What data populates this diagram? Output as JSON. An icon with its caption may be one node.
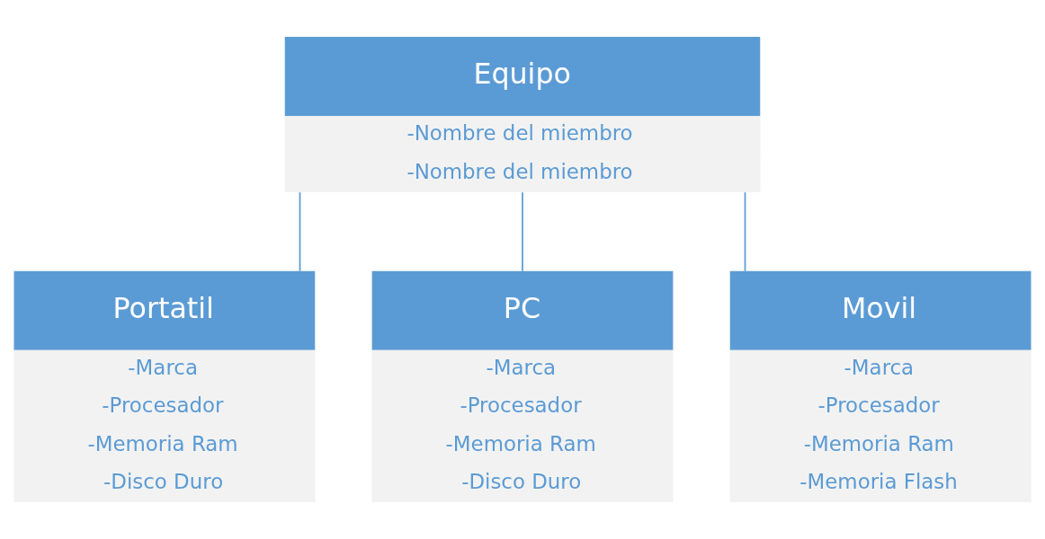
{
  "diagram": {
    "nodes": [
      {
        "text": [
          "Equipo",
          "-Nombre del miembro",
          "-Nombre del miembro"
        ]
      },
      {
        "text": [
          "Portatil",
          "-Marca",
          "-Procesador",
          "-Memoria Ram",
          "-Disco Duro"
        ]
      },
      {
        "text": [
          "PC",
          "-Marca",
          "-Procesador",
          "-Memoria Ram",
          "-Disco Duro"
        ]
      },
      {
        "text": [
          "Movil",
          "-Marca",
          "-Procesador",
          "-Memoria Ram",
          "-Memoria Flash"
        ]
      }
    ],
    "edges": [
      {
        "from": 0,
        "to": 1,
        "arrow": "none"
      },
      {
        "from": 0,
        "to": 2,
        "arrow": "none"
      },
      {
        "from": 0,
        "to": 3,
        "arrow": "none"
      }
    ]
  }
}
